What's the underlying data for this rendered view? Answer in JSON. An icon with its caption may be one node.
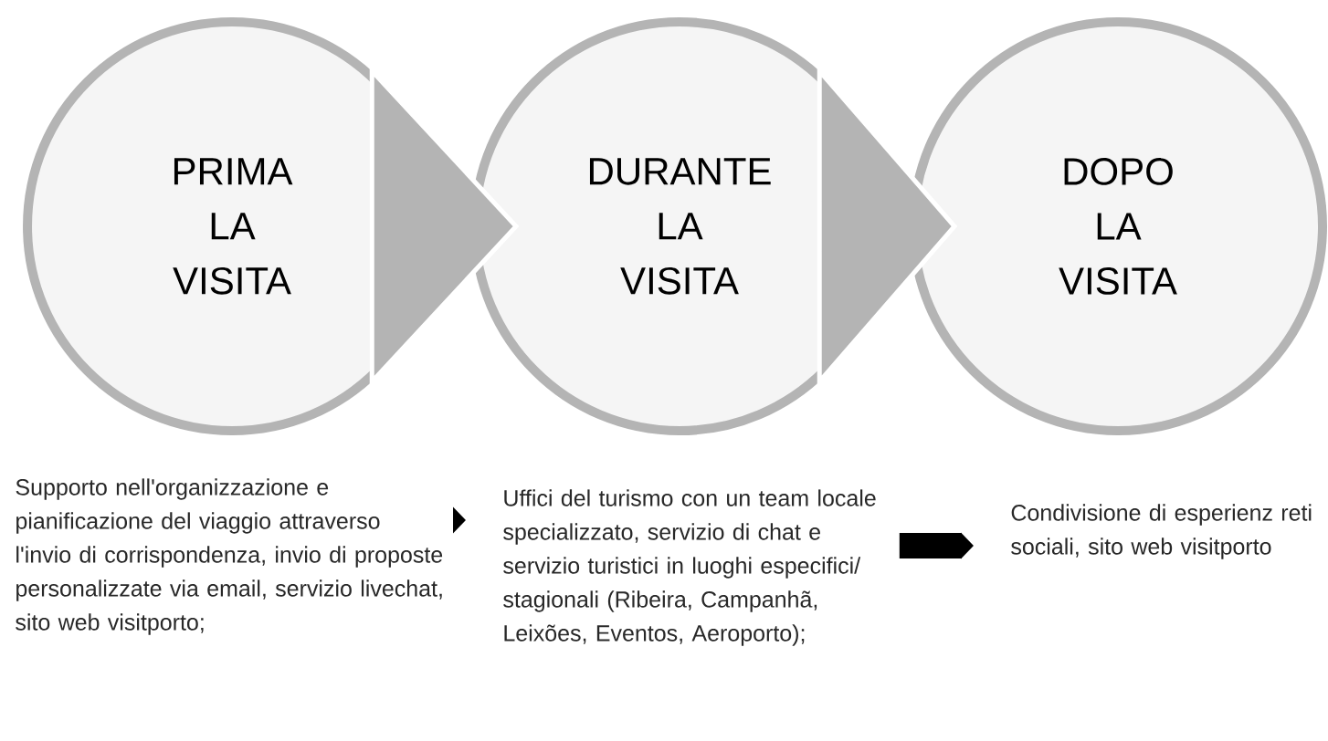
{
  "diagram": {
    "nodes": [
      {
        "text": [
          "PRIMA LA VISITA"
        ]
      },
      {
        "text": [
          "DURANTE LA VISITA"
        ]
      },
      {
        "text": [
          "DOPO LA VISITA"
        ]
      },
      {
        "text": [
          "Supporto nell'organizzazione e pianificazione del viaggio attraverso l'invio di corrispondenza, invio di proposte personalizzate via email, servizio livechat, sito web visitporto;"
        ]
      },
      {
        "text": [
          "Uffici del turismo con un team locale specializzato, servizio di chat e servizio turistici in luoghi especifici/ stagionali (Ribeira, Campanhã, Leixões, Eventos, Aeroporto);"
        ]
      },
      {
        "text": [
          "Condivisione di esperienz reti sociali, sito web visitporto"
        ]
      }
    ],
    "edges": [
      {
        "from": 0,
        "to": 1,
        "arrow": "to"
      },
      {
        "from": 1,
        "to": 2,
        "arrow": "to"
      },
      {
        "from": 3,
        "to": 4,
        "arrow": "to"
      },
      {
        "from": 4,
        "to": 5,
        "arrow": "to"
      }
    ]
  }
}
